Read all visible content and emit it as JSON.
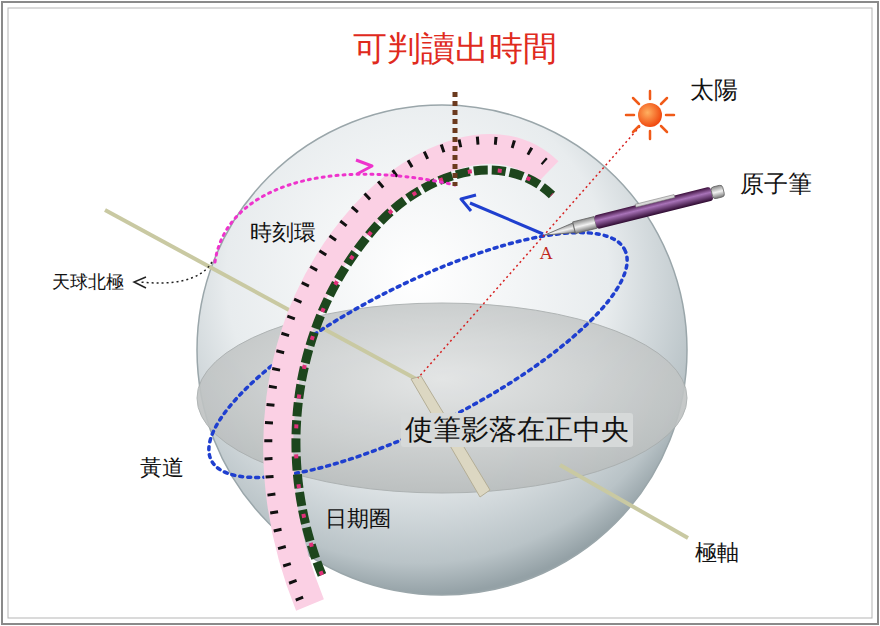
{
  "diagram": {
    "labels": [
      "可判讀出時間",
      "太陽",
      "原子筆",
      "時刻環",
      "天球北極",
      "A",
      "使筆影落在正中央",
      "黃道",
      "日期圈",
      "極軸"
    ]
  }
}
